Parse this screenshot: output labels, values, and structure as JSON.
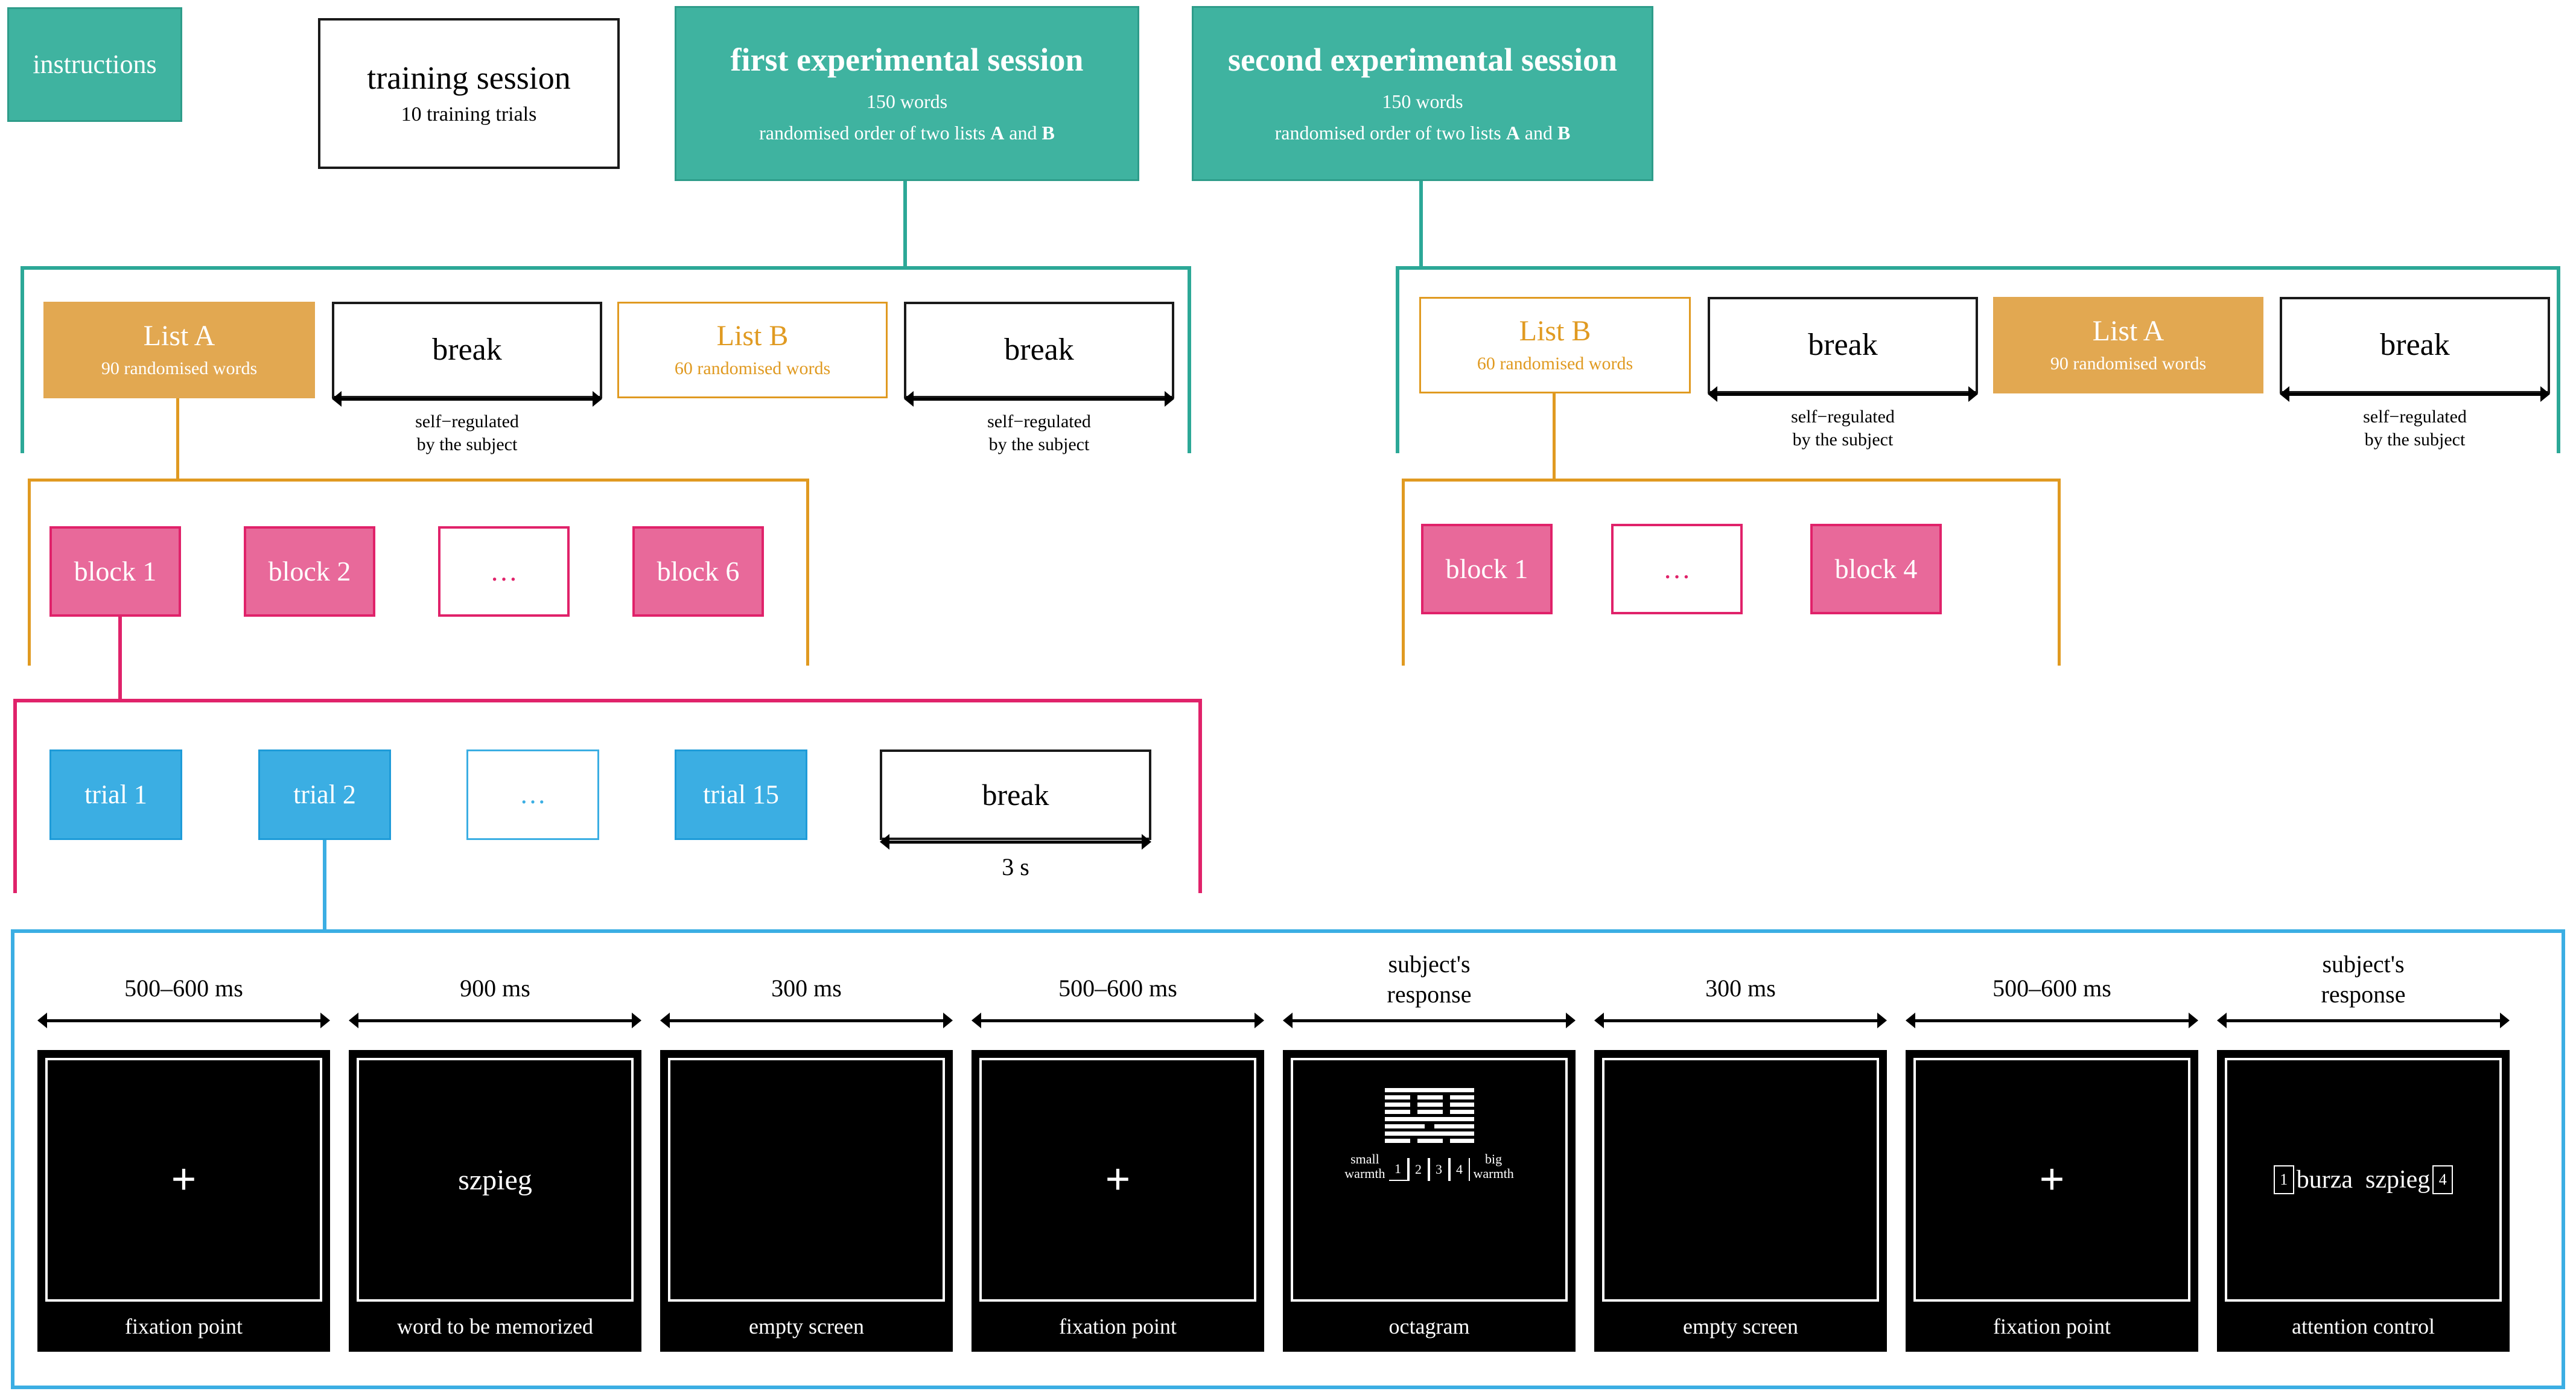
{
  "figure": {
    "title": "Experimental design flow",
    "colors": {
      "teal": "#3FB3A0",
      "teal_line": "#2CA897",
      "orange": "#E2A851",
      "orange_line": "#E09A21",
      "pink": "#E8699A",
      "pink_line": "#E0226A",
      "blue": "#3BAEE3",
      "black": "#000000",
      "white": "#FFFFFF"
    }
  },
  "row_sessions": {
    "instructions": {
      "label": "instructions"
    },
    "training": {
      "label": "training session",
      "detail": "10 training  trials"
    },
    "session1": {
      "label": "first experimental session",
      "detail1": "150 words",
      "detail2_pre": "randomised order of two lists ",
      "detail2_a": "A",
      "detail2_mid": " and ",
      "detail2_b": "B"
    },
    "session2": {
      "label": "second experimental session",
      "detail1": "150 words",
      "detail2_pre": "randomised order of two lists ",
      "detail2_a": "A",
      "detail2_mid": " and ",
      "detail2_b": "B"
    }
  },
  "row_lists_left": {
    "items": [
      {
        "label": "List A",
        "detail": "90 randomised words",
        "style": "filled"
      },
      {
        "label": "break",
        "detail": "",
        "style": "plain"
      },
      {
        "label": "List B",
        "detail": "60 randomised words",
        "style": "outlined"
      },
      {
        "label": "break",
        "detail": "",
        "style": "plain"
      }
    ],
    "break_note_line1": "self−regulated",
    "break_note_line2": "by the subject"
  },
  "row_lists_right": {
    "items": [
      {
        "label": "List B",
        "detail": "60 randomised words",
        "style": "outlined"
      },
      {
        "label": "break",
        "detail": "",
        "style": "plain"
      },
      {
        "label": "List A",
        "detail": "90 randomised words",
        "style": "filled"
      },
      {
        "label": "break",
        "detail": "",
        "style": "plain"
      }
    ],
    "break_note_line1": "self−regulated",
    "break_note_line2": "by the subject"
  },
  "row_blocks_left": {
    "items": [
      {
        "label": "block 1",
        "style": "filled"
      },
      {
        "label": "block 2",
        "style": "filled"
      },
      {
        "label": "…",
        "style": "outlined"
      },
      {
        "label": "block 6",
        "style": "filled"
      }
    ]
  },
  "row_blocks_right": {
    "items": [
      {
        "label": "block 1",
        "style": "filled"
      },
      {
        "label": "…",
        "style": "outlined"
      },
      {
        "label": "block 4",
        "style": "filled"
      }
    ]
  },
  "row_trials": {
    "items": [
      {
        "label": "trial 1",
        "style": "filled"
      },
      {
        "label": "trial 2",
        "style": "filled"
      },
      {
        "label": "…",
        "style": "outlined"
      },
      {
        "label": "trial 15",
        "style": "filled"
      }
    ],
    "break": {
      "label": "break",
      "duration": "3 s"
    }
  },
  "row_trial_timeline": {
    "steps": [
      {
        "duration": "500–600 ms",
        "caption": "fixation point",
        "content": "fixation-cross"
      },
      {
        "duration": "900 ms",
        "caption": "word to be memorized",
        "content": "szpieg"
      },
      {
        "duration": "300 ms",
        "caption": "empty screen",
        "content": ""
      },
      {
        "duration": "500–600 ms",
        "caption": "fixation point",
        "content": "fixation-cross"
      },
      {
        "duration": "subject's\nresponse",
        "duration_l1": "subject's",
        "duration_l2": "response",
        "caption": "octagram",
        "content": "octagram-scale"
      },
      {
        "duration": "300 ms",
        "caption": "empty screen",
        "content": ""
      },
      {
        "duration": "500–600 ms",
        "caption": "fixation point",
        "content": "fixation-cross"
      },
      {
        "duration": "subject's\nresponse",
        "duration_l1": "subject's",
        "duration_l2": "response",
        "caption": "attention control",
        "content": "attention-control"
      }
    ],
    "fixation_glyph": "+",
    "octagram": {
      "left_label_l1": "small",
      "left_label_l2": "warmth",
      "right_label_l1": "big",
      "right_label_l2": "warmth",
      "digits": [
        "1",
        "2",
        "3",
        "4"
      ]
    },
    "attention_control": {
      "left_digit": "1",
      "word_left": "burza",
      "word_right": "szpieg",
      "right_digit": "4"
    }
  }
}
